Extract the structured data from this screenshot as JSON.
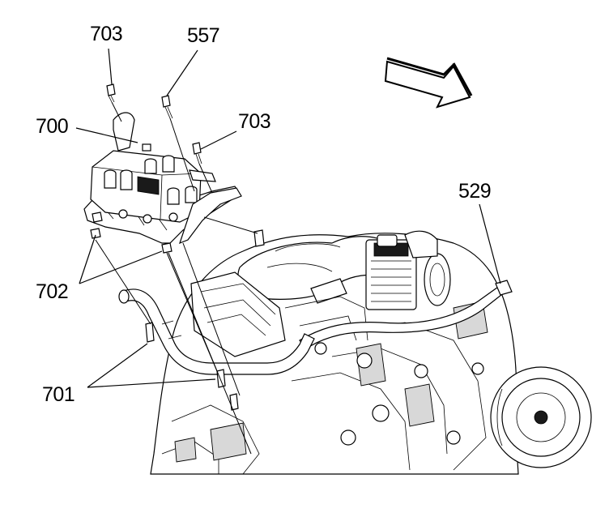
{
  "callouts": {
    "c703_top": "703",
    "c557": "557",
    "c700": "700",
    "c703_right": "703",
    "c529": "529",
    "c702": "702",
    "c701": "701"
  },
  "icons": {
    "direction_arrow": "forward-arrow-icon"
  }
}
